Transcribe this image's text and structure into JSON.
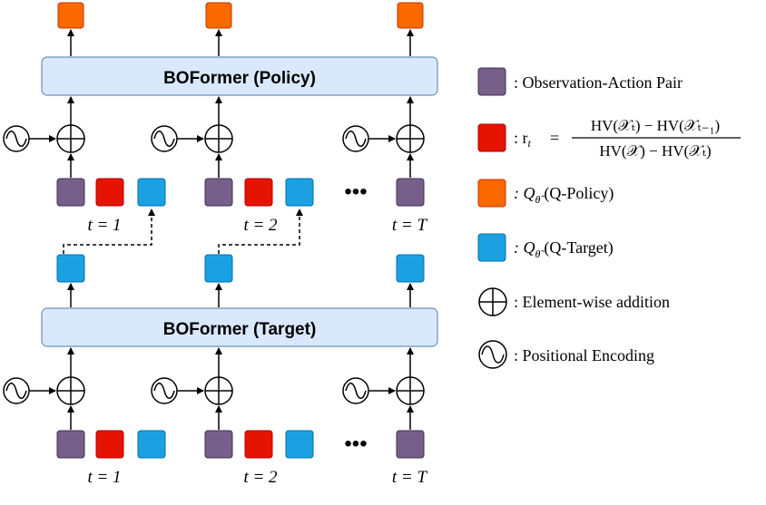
{
  "blocks": {
    "policy_label": "BOFormer (Policy)",
    "target_label": "BOFormer (Target)"
  },
  "timesteps": [
    "t = 1",
    "t = 2",
    "t = T"
  ],
  "ellipsis": "•••",
  "legend": {
    "obs_action": ": Observation-Action Pair",
    "reward_prefix": ": r",
    "reward_sub": "t",
    "reward_eq": "=",
    "reward_num": "HV(𝒳ₜ) − HV(𝒳ₜ₋₁)",
    "reward_den": "HV(𝒳) − HV(𝒳ₜ)",
    "q_policy_prefix": ": Q",
    "q_policy_sub": "θ̂",
    "q_policy_text": "(Q-Policy)",
    "q_target_prefix": ": Q",
    "q_target_sub": "θ̃",
    "q_target_text": "(Q-Target)",
    "add": ": Element-wise addition",
    "pos_enc": ": Positional Encoding"
  },
  "colors": {
    "purple": "#76608a",
    "red": "#e51400",
    "orange": "#fa6800",
    "blue": "#1ba1e2",
    "block_fill": "#dae8fc",
    "block_stroke": "#6c8ebf"
  },
  "icons": {
    "add": "circle-plus-icon",
    "pos_enc": "sine-wave-icon"
  }
}
